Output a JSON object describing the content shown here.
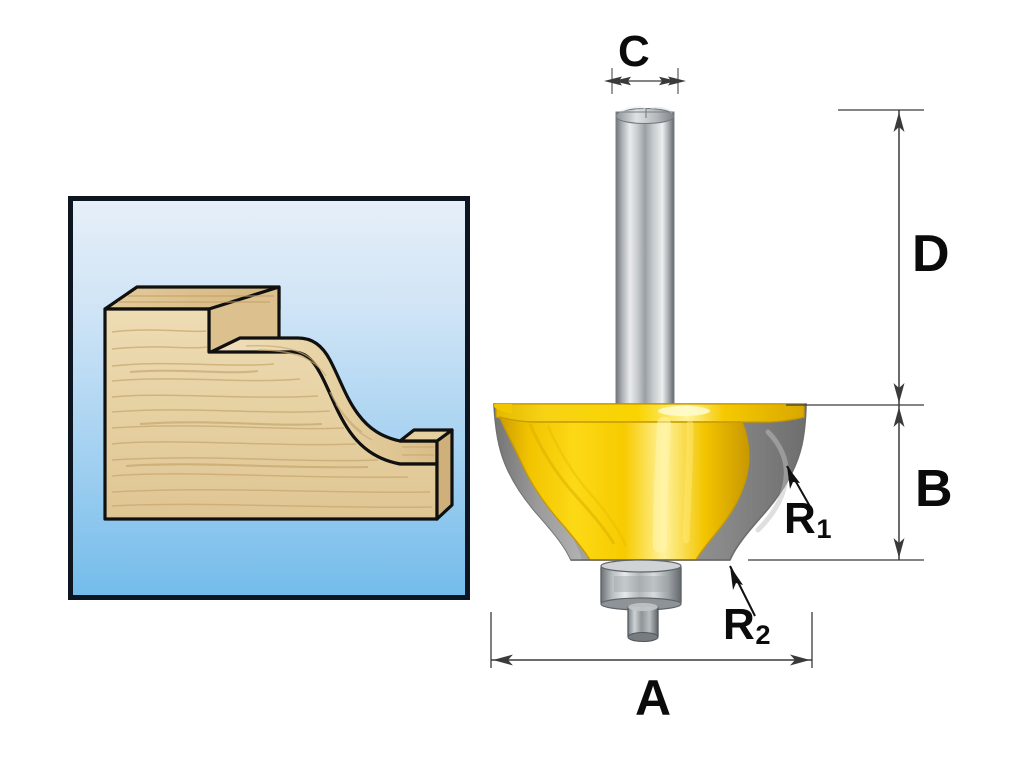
{
  "diagram": {
    "title": "Ogee router bit dimensional drawing",
    "background_color": "#ffffff"
  },
  "sample_panel": {
    "name": "wood profile sample",
    "border_color": "#0d1520",
    "bg_top_color": "#e3edf7",
    "bg_bottom_color": "#74bceb",
    "wood_color": "#e8d3a8",
    "wood_shadow_color": "#d8bd8a",
    "wood_grain_color": "#c9a870",
    "outline_color": "#101010"
  },
  "bit": {
    "name": "ogee router bit",
    "shank_color_light": "#e4e6e8",
    "shank_color_mid": "#9fa4a8",
    "shank_color_dark": "#6d7276",
    "cutter_color": "#f5cc00",
    "cutter_color_dark": "#d9a600",
    "cutter_highlight": "#fff6a8",
    "carbide_color": "#9a9a9a",
    "carbide_dark": "#6f6f6f",
    "bearing_color": "#b8bcbf",
    "outline_color": "#5c5c5c"
  },
  "dimensions": {
    "line_color": "#3a3a3a",
    "items": [
      {
        "id": "C",
        "label": "C",
        "sub": "",
        "measures": "shank diameter",
        "orientation": "horizontal",
        "arrow_style": "inward"
      },
      {
        "id": "D",
        "label": "D",
        "sub": "",
        "measures": "shank length",
        "orientation": "vertical",
        "arrow_style": "outward"
      },
      {
        "id": "B",
        "label": "B",
        "sub": "",
        "measures": "cutting height",
        "orientation": "vertical",
        "arrow_style": "outward"
      },
      {
        "id": "A",
        "label": "A",
        "sub": "",
        "measures": "cutting diameter",
        "orientation": "horizontal",
        "arrow_style": "outward"
      },
      {
        "id": "R1",
        "label": "R",
        "sub": "1",
        "measures": "upper radius",
        "orientation": "leader",
        "arrow_style": "pointer"
      },
      {
        "id": "R2",
        "label": "R",
        "sub": "2",
        "measures": "lower radius",
        "orientation": "leader",
        "arrow_style": "pointer"
      }
    ]
  }
}
